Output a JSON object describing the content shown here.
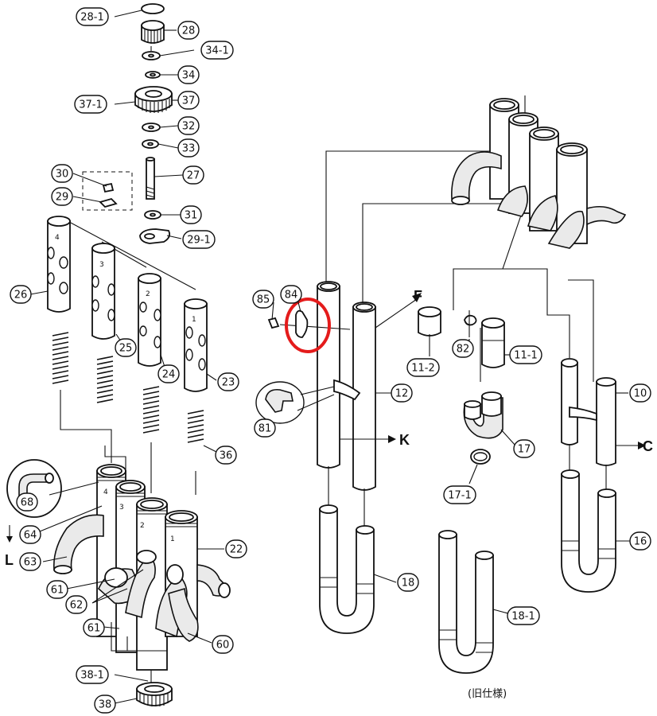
{
  "highlight_color": "#e41b1b",
  "note_old_spec": "(旧仕様)",
  "directions": [
    "F",
    "K",
    "C",
    "L"
  ],
  "tube_numbers": [
    "4",
    "3",
    "2",
    "1"
  ],
  "callouts": [
    "28-1",
    "28",
    "34-1",
    "34",
    "37-1",
    "37",
    "32",
    "33",
    "27",
    "30",
    "29",
    "31",
    "29-1",
    "26",
    "25",
    "24",
    "23",
    "36",
    "68",
    "64",
    "63",
    "22",
    "61",
    "62",
    "61",
    "60",
    "38-1",
    "38",
    "85",
    "84",
    "81",
    "12",
    "11-2",
    "82",
    "11-1",
    "17",
    "17-1",
    "18",
    "18-1",
    "10",
    "16"
  ]
}
